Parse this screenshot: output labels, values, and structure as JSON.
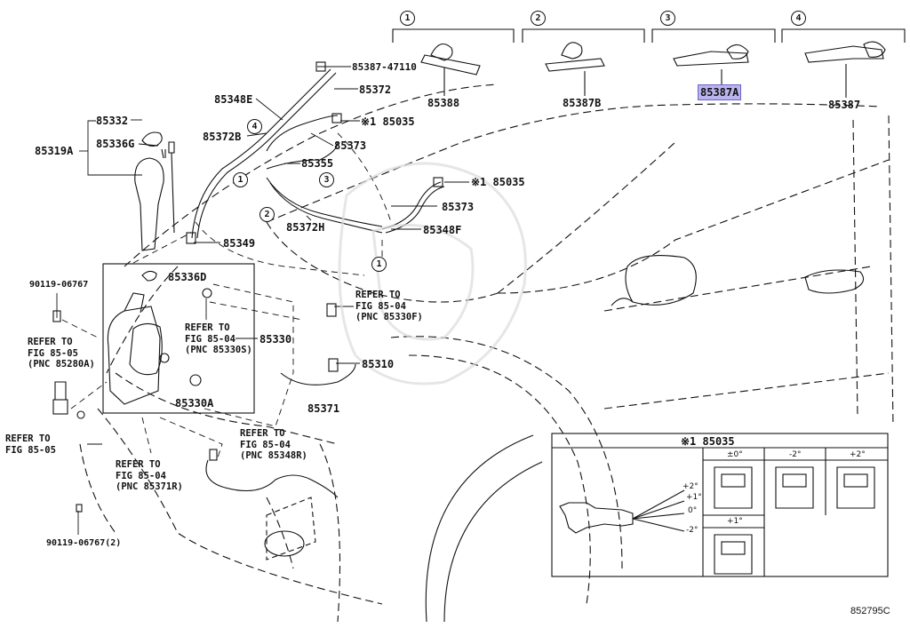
{
  "diagram_code": "852795C",
  "groups": [
    {
      "num": "1",
      "part": "85388"
    },
    {
      "num": "2",
      "part": "85387B"
    },
    {
      "num": "3",
      "part": "85387A"
    },
    {
      "num": "4",
      "part": "85387"
    }
  ],
  "labels": {
    "p85387_47110": "85387-47110",
    "p85372": "85372",
    "p85348E": "85348E",
    "p85035_top": "※1 85035",
    "p85372B": "85372B",
    "p85373_a": "85373",
    "p85355": "85355",
    "p85035_mid": "※1 85035",
    "p85373_b": "85373",
    "p85372H": "85372H",
    "p85348F": "85348F",
    "p85349": "85349",
    "p85332": "85332",
    "p85336G": "85336G",
    "p85319A": "85319A",
    "p85336D": "85336D",
    "p85330": "85330",
    "p85330A": "85330A",
    "p85310": "85310",
    "p85371": "85371",
    "bolt1": "90119-06767",
    "bolt2": "90119-06767(2)"
  },
  "circle_callouts": {
    "c4": "4",
    "c1a": "1",
    "c2": "2",
    "c3": "3",
    "c1b": "1"
  },
  "refs": {
    "ref_330F": "REFER TO\nFIG 85-04\n(PNC 85330F)",
    "ref_330S": "REFER TO\nFIG 85-04\n(PNC 85330S)",
    "ref_280A": "REFER TO\nFIG 85-05\n(PNC 85280A)",
    "ref_0505": "REFER TO\nFIG 85-05",
    "ref_348R": "REFER TO\nFIG 85-04\n(PNC 85348R)",
    "ref_371R": "REFER TO\nFIG 85-04\n(PNC 85371R)"
  },
  "inset": {
    "title": "※1 85035",
    "angles_top": [
      "±0°",
      "-2°",
      "+2°"
    ],
    "angle_bottom": "+1°",
    "fan": [
      "+2°",
      "+1°",
      "0°",
      "-2°"
    ]
  },
  "highlight_part": "85387A",
  "colors": {
    "highlight": "#b9b4ee",
    "line": "#111111"
  }
}
